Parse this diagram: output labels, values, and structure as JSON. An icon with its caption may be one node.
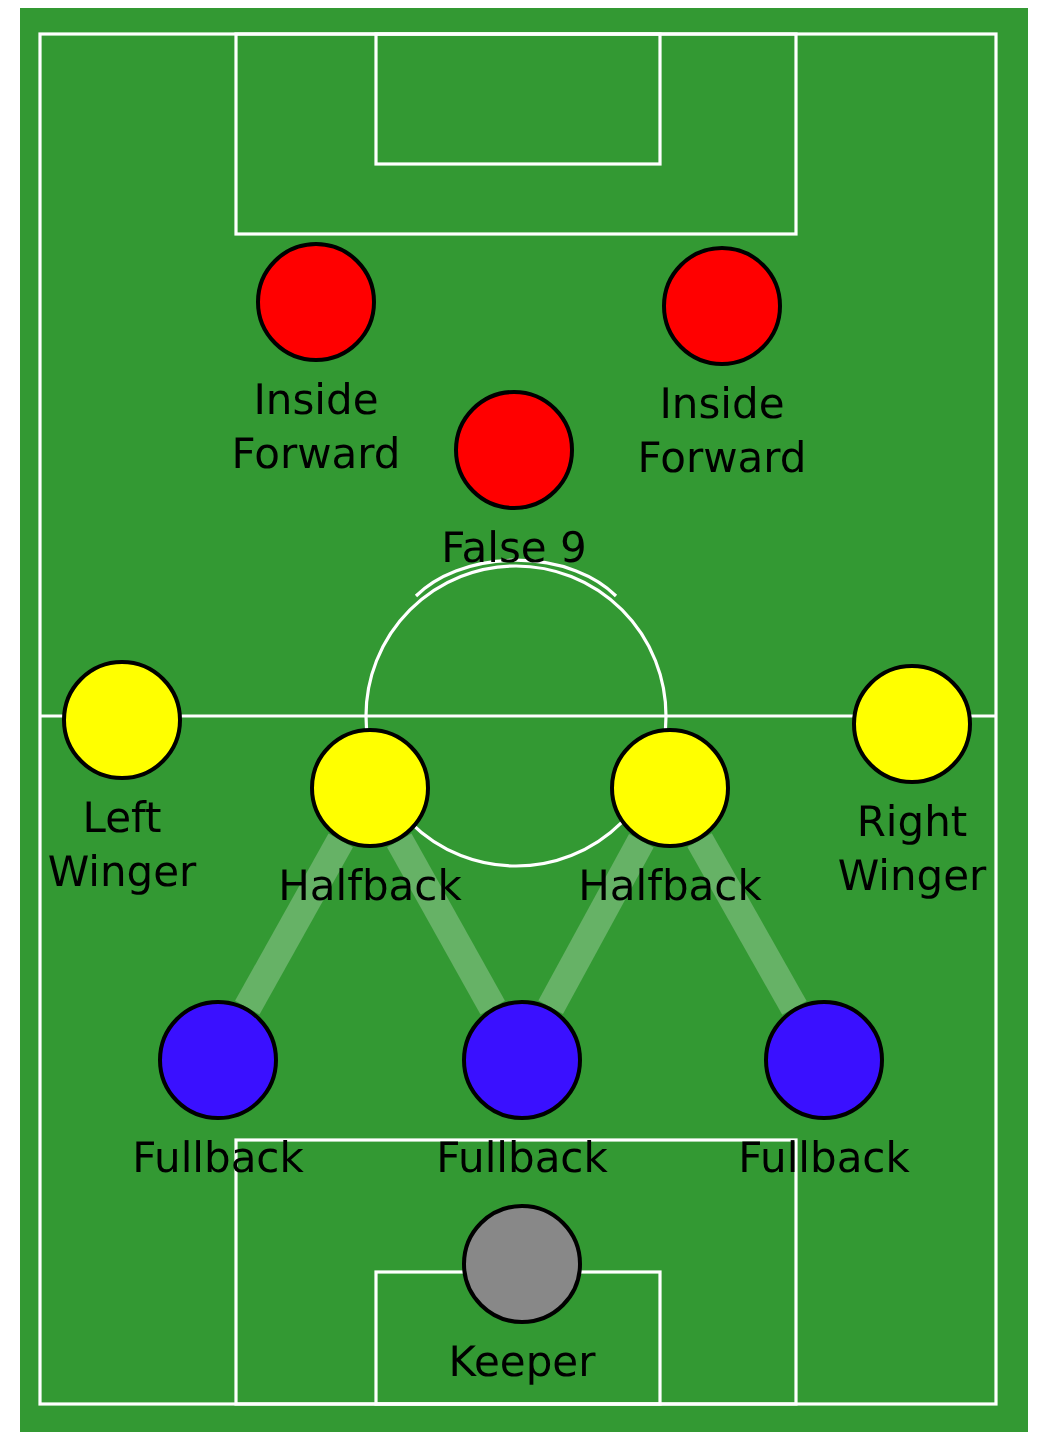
{
  "diagram": {
    "nodes": [
      {
        "text": [
          "Inside Forward"
        ]
      },
      {
        "text": [
          "Inside Forward"
        ]
      },
      {
        "text": [
          "False 9"
        ]
      },
      {
        "text": [
          "Left Winger"
        ]
      },
      {
        "text": [
          "Right Winger"
        ]
      },
      {
        "text": [
          "Halfback"
        ]
      },
      {
        "text": [
          "Halfback"
        ]
      },
      {
        "text": [
          "Fullback"
        ]
      },
      {
        "text": [
          "Fullback"
        ]
      },
      {
        "text": [
          "Fullback"
        ]
      },
      {
        "text": [
          "Keeper"
        ]
      }
    ],
    "edges": [
      {
        "from": 7,
        "to": 5,
        "arrow": "none"
      },
      {
        "from": 5,
        "to": 8,
        "arrow": "none"
      },
      {
        "from": 8,
        "to": 6,
        "arrow": "none"
      },
      {
        "from": 6,
        "to": 9,
        "arrow": "none"
      }
    ]
  }
}
